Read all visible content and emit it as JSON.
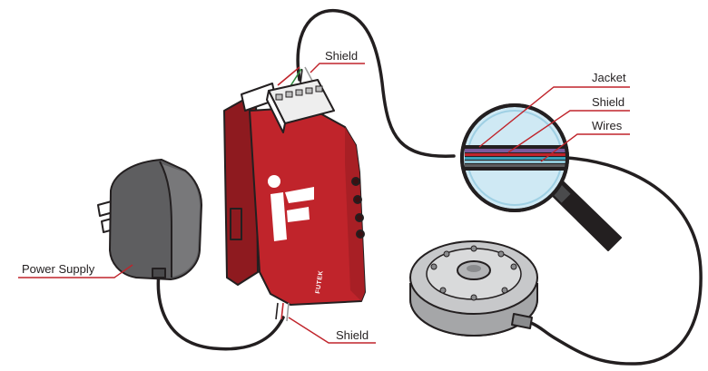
{
  "labels": {
    "shield_top": "Shield",
    "jacket": "Jacket",
    "shield_mag": "Shield",
    "wires": "Wires",
    "power_supply": "Power Supply",
    "shield_bottom": "Shield"
  },
  "device": {
    "brand": "FUTEK",
    "logo_letter": "F"
  },
  "colors": {
    "device_red": "#c0242b",
    "device_dark": "#8e1a1f",
    "ink": "#231f20",
    "leader_line": "#c0242b",
    "magnifier_lens": "#cfe9f4",
    "adapter_gray": "#5e5e60",
    "load_cell_gray": "#c7c8ca"
  },
  "icons": [
    "power-adapter-icon",
    "magnifying-glass-icon",
    "load-cell-icon",
    "connector-block-icon",
    "signal-conditioner-icon"
  ]
}
